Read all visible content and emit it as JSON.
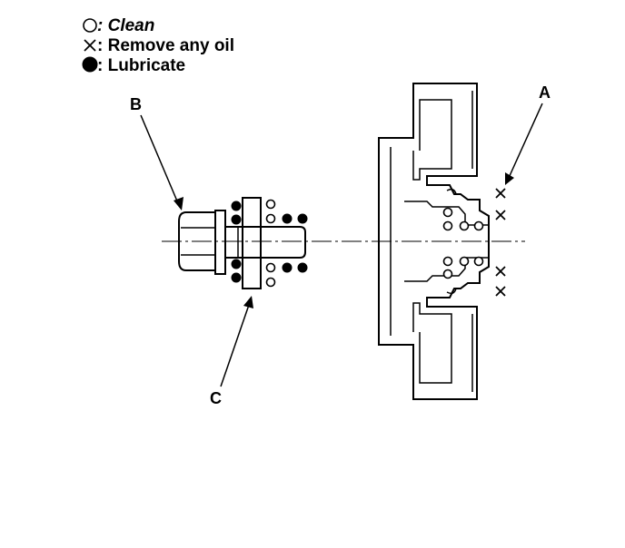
{
  "legend": {
    "clean": {
      "symbol": "circle-open",
      "label": ": Clean"
    },
    "remove_oil": {
      "symbol": "cross",
      "label": ": Remove any oil"
    },
    "lubricate": {
      "symbol": "circle-filled",
      "label": ": Lubricate"
    }
  },
  "callouts": {
    "a": "A",
    "b": "B",
    "c": "C"
  },
  "colors": {
    "ink": "#000000",
    "paper": "#ffffff"
  }
}
